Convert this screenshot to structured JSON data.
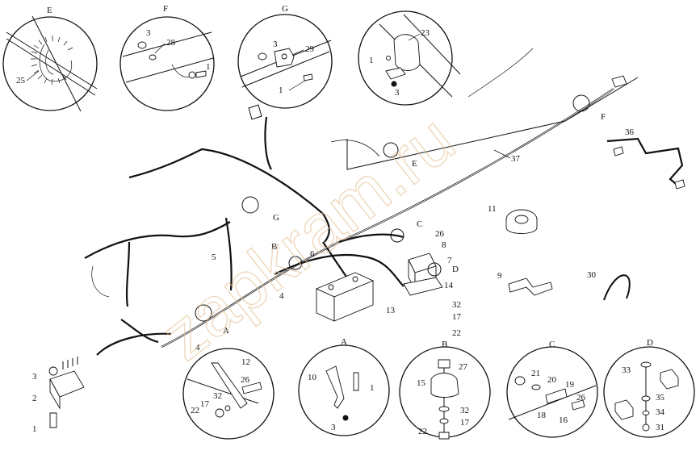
{
  "details": [
    {
      "id": "E",
      "label": "E"
    },
    {
      "id": "F",
      "label": "F"
    },
    {
      "id": "G",
      "label": "G"
    },
    {
      "id": "A",
      "label": "A"
    },
    {
      "id": "B",
      "label": "B"
    },
    {
      "id": "C",
      "label": "C"
    },
    {
      "id": "D",
      "label": "D"
    }
  ],
  "callouts": {
    "E": "E",
    "F": "F",
    "G": "G",
    "A": "A",
    "B": "B",
    "C": "C",
    "D": "D"
  },
  "numbers": {
    "n1": "1",
    "n2": "2",
    "n3": "3",
    "n4": "4",
    "n5": "5",
    "n6": "6",
    "n7": "7",
    "n8": "8",
    "n9": "9",
    "n10": "10",
    "n11": "11",
    "n12": "12",
    "n13": "13",
    "n14": "14",
    "n15": "15",
    "n16": "16",
    "n17": "17",
    "n18": "18",
    "n19": "19",
    "n20": "20",
    "n21": "21",
    "n22": "22",
    "n23": "23",
    "n25": "25",
    "n26": "26",
    "n27": "27",
    "n28": "28",
    "n29": "29",
    "n30": "30",
    "n31": "31",
    "n32": "32",
    "n33": "33",
    "n34": "34",
    "n35": "35",
    "n36": "36",
    "n37": "37"
  },
  "watermark": "zapkram.ru"
}
